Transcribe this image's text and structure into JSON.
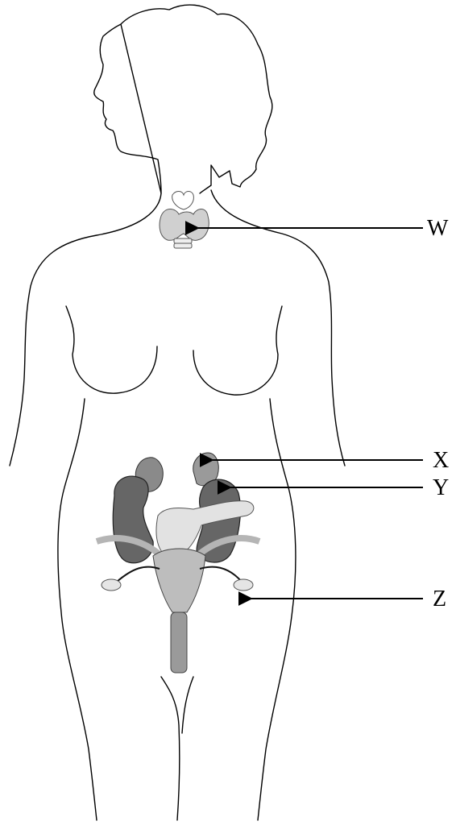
{
  "labels": {
    "w": "W",
    "x": "X",
    "y": "Y",
    "z": "Z"
  },
  "colors": {
    "dark_gray": "#666666",
    "light_gray": "#c8c8c8",
    "mid_gray": "#9a9a9a",
    "outline": "#000000"
  }
}
